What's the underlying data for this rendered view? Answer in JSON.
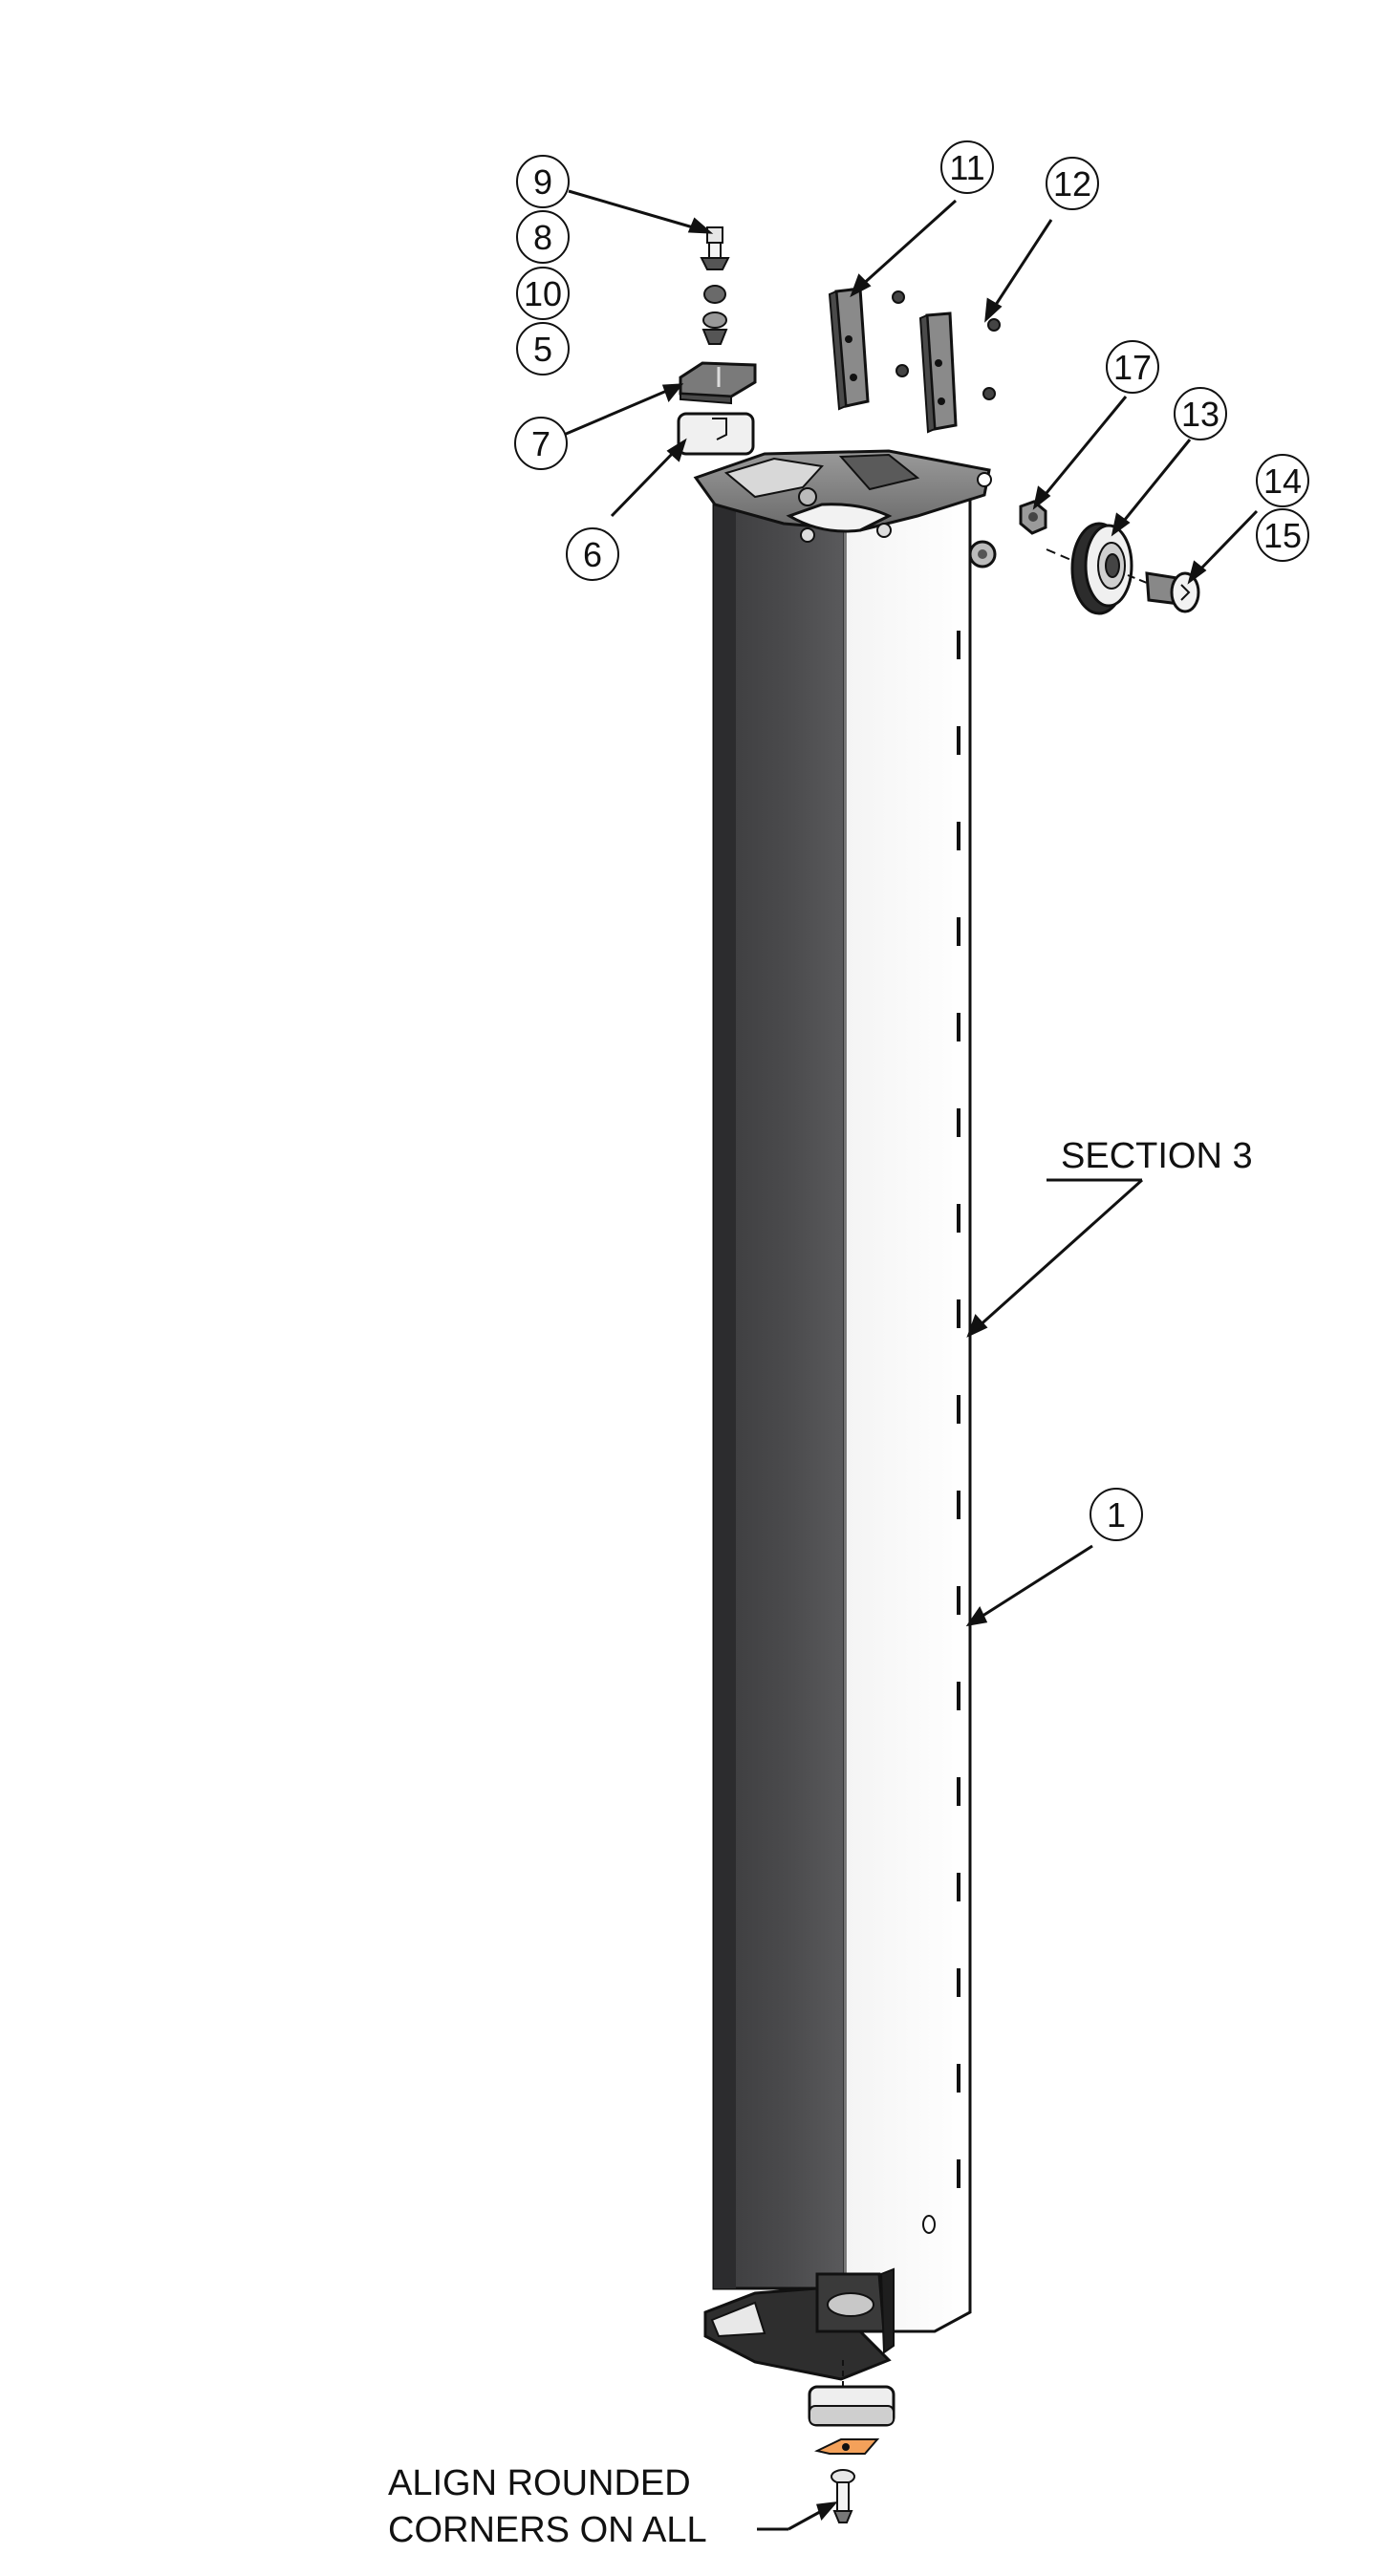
{
  "drawing": {
    "section_label": "SECTION 3",
    "note_lines": [
      "ALIGN ROUNDED",
      "CORNERS ON ALL"
    ],
    "balloons": [
      {
        "id": "9",
        "text": "9"
      },
      {
        "id": "8",
        "text": "8"
      },
      {
        "id": "10",
        "text": "10"
      },
      {
        "id": "5",
        "text": "5"
      },
      {
        "id": "7",
        "text": "7"
      },
      {
        "id": "6",
        "text": "6"
      },
      {
        "id": "11",
        "text": "11"
      },
      {
        "id": "12",
        "text": "12"
      },
      {
        "id": "17",
        "text": "17"
      },
      {
        "id": "13",
        "text": "13"
      },
      {
        "id": "14",
        "text": "14"
      },
      {
        "id": "15",
        "text": "15"
      },
      {
        "id": "1",
        "text": "1"
      }
    ]
  }
}
